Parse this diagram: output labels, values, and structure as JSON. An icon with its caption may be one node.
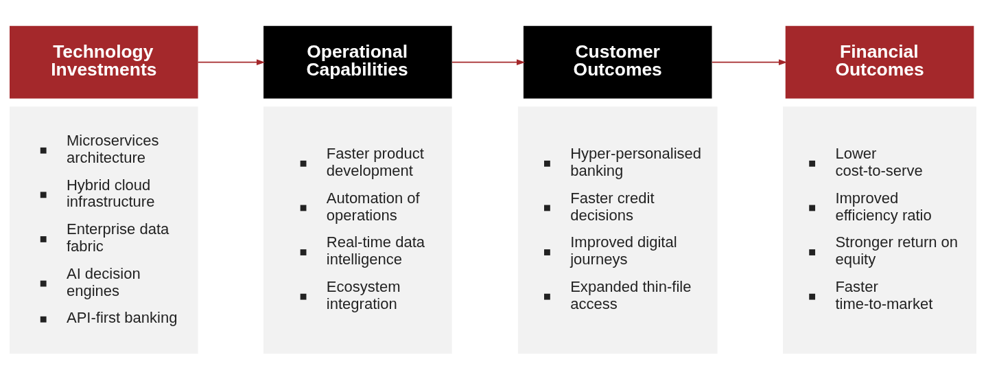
{
  "diagram": {
    "nodes": [
      {
        "text": [
          "Technology Investments"
        ]
      },
      {
        "text": [
          "Microservices architecture",
          "Hybrid cloud infrastructure",
          "Enterprise data fabric",
          "AI decision engines",
          "API-first banking"
        ]
      },
      {
        "text": [
          "Operational Capabilities"
        ]
      },
      {
        "text": [
          "Faster product development",
          "Automation of operations",
          "Real-time data intelligence",
          "Ecosystem integration"
        ]
      },
      {
        "text": [
          "Customer Outcomes"
        ]
      },
      {
        "text": [
          "Hyper-personalised banking",
          "Faster credit decisions",
          "Improved digital journeys",
          "Expanded thin-file access"
        ]
      },
      {
        "text": [
          "Financial Outcomes"
        ]
      },
      {
        "text": [
          "Lower cost-to-serve",
          "Improved efficiency ratio",
          "Stronger return on equity",
          "Faster time-to-market"
        ]
      }
    ],
    "edges": [
      {
        "from": 0,
        "to": 2,
        "arrow": "to"
      },
      {
        "from": 2,
        "to": 4,
        "arrow": "to"
      },
      {
        "from": 4,
        "to": 6,
        "arrow": "to"
      }
    ]
  }
}
